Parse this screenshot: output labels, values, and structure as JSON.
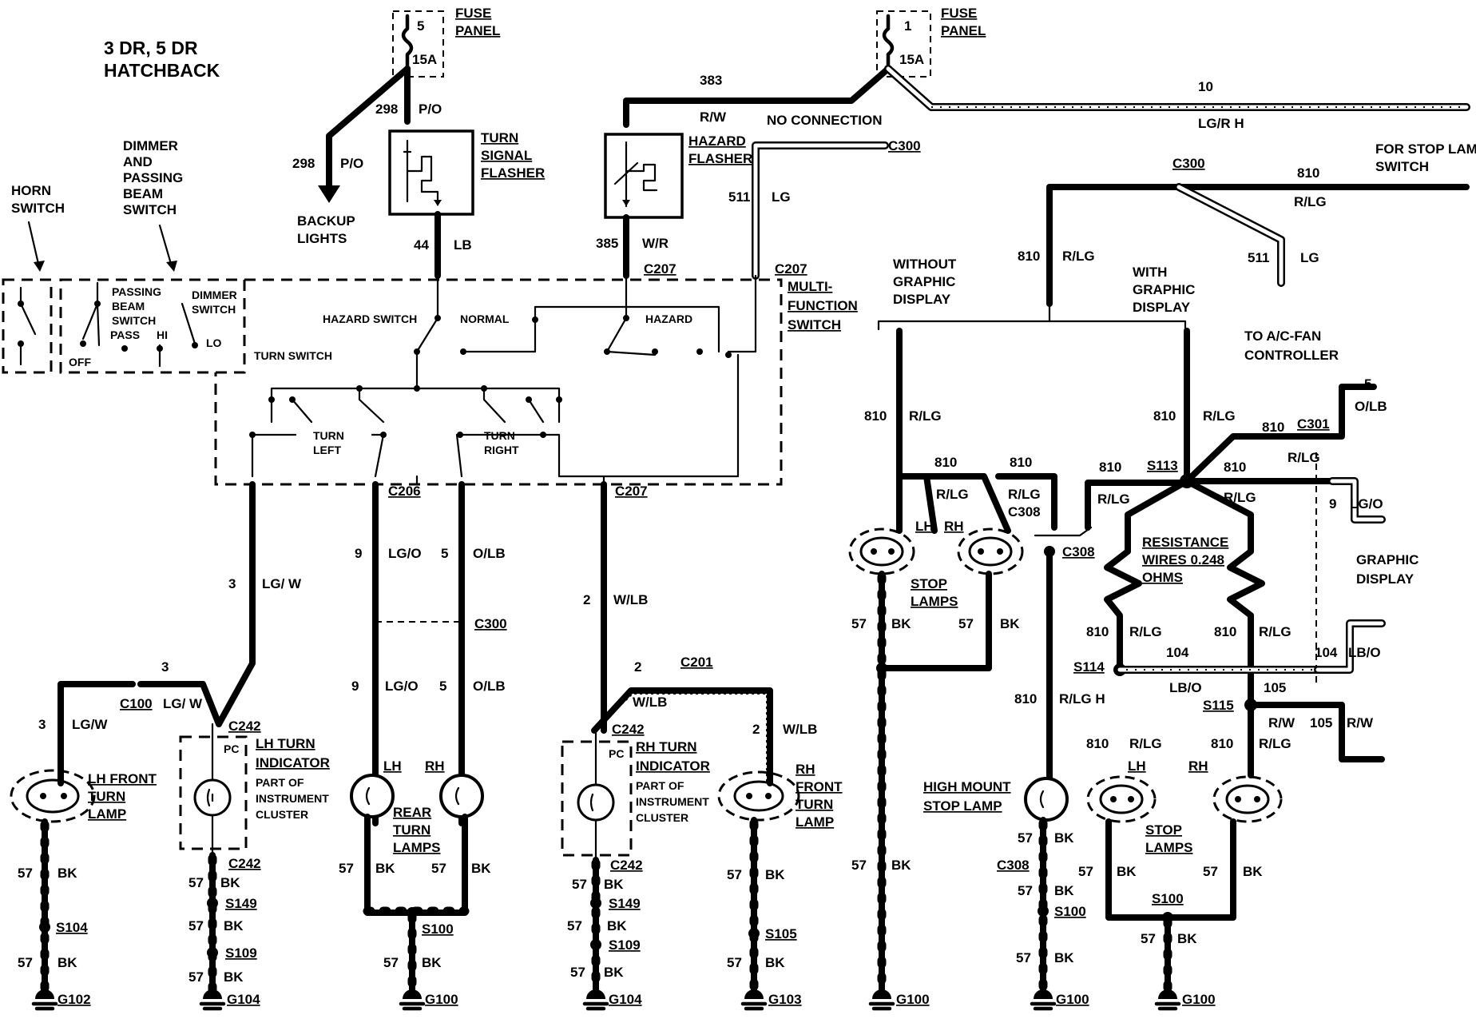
{
  "title": {
    "line1": "3 DR, 5 DR",
    "line2": "HATCHBACK"
  },
  "fuse_panel_left": {
    "number": "5",
    "rating": "15A",
    "label1": "FUSE",
    "label2": "PANEL"
  },
  "fuse_panel_right": {
    "number": "1",
    "rating": "15A",
    "label1": "FUSE",
    "label2": "PANEL"
  },
  "turn_signal_flasher": {
    "line1": "TURN",
    "line2": "SIGNAL",
    "line3": "FLASHER"
  },
  "hazard_flasher": {
    "line1": "HAZARD",
    "line2": "FLASHER"
  },
  "backup_lights": {
    "line1": "BACKUP",
    "line2": "LIGHTS"
  },
  "horn_switch": {
    "line1": "HORN",
    "line2": "SWITCH"
  },
  "dimmer_switch": {
    "line1": "DIMMER",
    "line2": "AND",
    "line3": "PASSING",
    "line4": "BEAM",
    "line5": "SWITCH",
    "inner_passing": "PASSING",
    "inner_beam": "BEAM",
    "inner_switch": "SWITCH",
    "inner_dimmer": "DIMMER",
    "inner_dimmer_switch": "SWITCH",
    "pass": "PASS",
    "hi": "HI",
    "lo": "LO",
    "off": "OFF"
  },
  "multi_function_switch": {
    "line1": "MULTI-",
    "line2": "FUNCTION",
    "line3": "SWITCH",
    "hazard_switch": "HAZARD SWITCH",
    "normal": "NORMAL",
    "hazard": "HAZARD",
    "turn_switch": "TURN SWITCH",
    "turn_left_1": "TURN",
    "turn_left_2": "LEFT",
    "turn_right_1": "TURN",
    "turn_right_2": "RIGHT"
  },
  "no_connection": "NO CONNECTION",
  "for_stop_lamp_switch": {
    "line1": "FOR STOP LAMP",
    "line2": "SWITCH"
  },
  "without_graphic": {
    "line1": "WITHOUT",
    "line2": "GRAPHIC",
    "line3": "DISPLAY"
  },
  "with_graphic": {
    "line1": "WITH",
    "line2": "GRAPHIC",
    "line3": "DISPLAY"
  },
  "to_ac_fan": {
    "line1": "TO A/C-FAN",
    "line2": "CONTROLLER"
  },
  "graphic_display": {
    "line1": "GRAPHIC",
    "line2": "DISPLAY"
  },
  "resistance": {
    "line1": "RESISTANCE",
    "line2": "WIRES 0.248",
    "line3": "OHMS"
  },
  "lh_front_turn_lamp": {
    "line1": "LH FRONT",
    "line2": "TURN",
    "line3": "LAMP"
  },
  "rh_front_turn_lamp": {
    "line1": "RH",
    "line2": "FRONT",
    "line3": "TURN",
    "line4": "LAMP"
  },
  "lh_turn_indicator": {
    "line1": "LH TURN",
    "line2": "INDICATOR",
    "line3": "PART OF",
    "line4": "INSTRUMENT",
    "line5": "CLUSTER",
    "pc": "PC"
  },
  "rh_turn_indicator": {
    "line1": "RH TURN",
    "line2": "INDICATOR",
    "line3": "PART OF",
    "line4": "INSTRUMENT",
    "line5": "CLUSTER",
    "pc": "PC"
  },
  "rear_turn_lamps": {
    "line1": "REAR",
    "line2": "TURN",
    "line3": "LAMPS",
    "lh": "LH",
    "rh": "RH"
  },
  "stop_lamps_top": {
    "line1": "STOP",
    "line2": "LAMPS",
    "lh": "LH",
    "rh": "RH"
  },
  "stop_lamps_bottom": {
    "line1": "STOP",
    "line2": "LAMPS",
    "lh": "LH",
    "rh": "RH"
  },
  "high_mount": {
    "line1": "HIGH MOUNT",
    "line2": "STOP LAMP"
  },
  "connectors": {
    "c100": "C100",
    "c201": "C201",
    "c206": "C206",
    "c207": "C207",
    "c242": "C242",
    "c300": "C300",
    "c301": "C301",
    "c308": "C308"
  },
  "splices": {
    "s100": "S100",
    "s104": "S104",
    "s105": "S105",
    "s109": "S109",
    "s113": "S113",
    "s114": "S114",
    "s115": "S115",
    "s149": "S149"
  },
  "grounds": {
    "g100": "G100",
    "g102": "G102",
    "g103": "G103",
    "g104": "G104"
  },
  "circuits": {
    "c298": "298",
    "c383": "383",
    "c10": "10",
    "c44": "44",
    "c385": "385",
    "c511": "511",
    "c810": "810",
    "c3": "3",
    "c9": "9",
    "c5": "5",
    "c2": "2",
    "c57": "57",
    "c104": "104",
    "c105": "105"
  },
  "colors": {
    "po": "P/O",
    "rw": "R/W",
    "lgrh": "LG/R H",
    "lb": "LB",
    "wr": "W/R",
    "lg": "LG",
    "rlg": "R/LG",
    "rlgh": "R/LG H",
    "lgw_a": "LG/ W",
    "lgw_b": "LG/W",
    "lgo": "LG/O",
    "olb": "O/LB",
    "wlb": "W/LB",
    "bk": "BK",
    "lbo": "LB/O",
    "lbo2": "LB/O"
  },
  "style": {
    "ink": "#000000",
    "paper": "#ffffff"
  }
}
